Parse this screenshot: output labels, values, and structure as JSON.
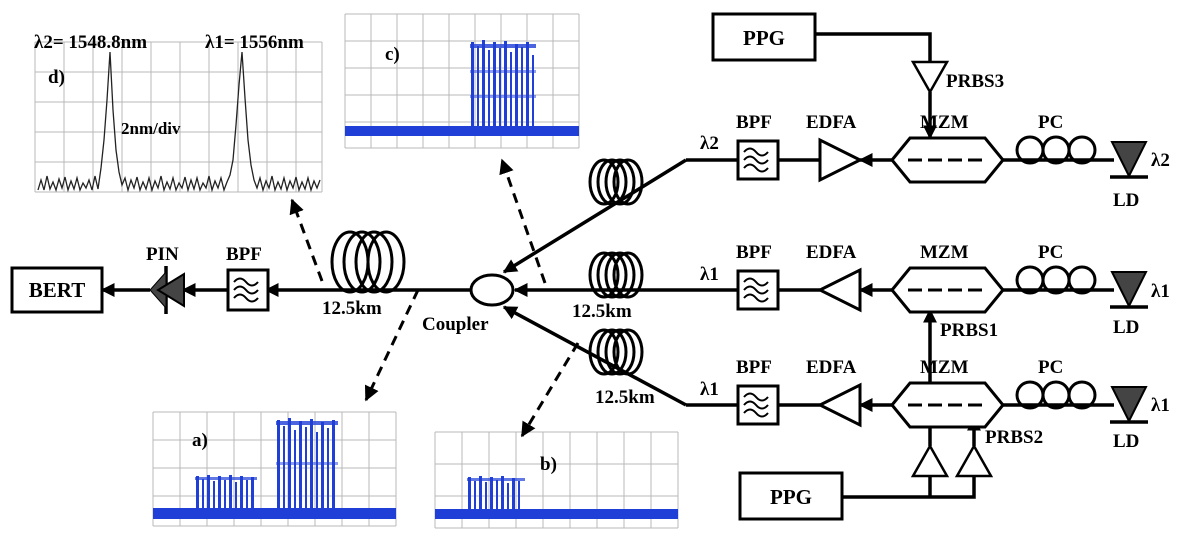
{
  "labels": {
    "ppg_top": "PPG",
    "ppg_bottom": "PPG",
    "prbs3": "PRBS3",
    "prbs1": "PRBS1",
    "prbs2": "PRBS2",
    "mzm": "MZM",
    "pc": "PC",
    "edfa": "EDFA",
    "bpf": "BPF",
    "ld": "LD",
    "lambda1": "λ1",
    "lambda2": "λ2",
    "fiber_length": "12.5km",
    "coupler": "Coupler",
    "pin": "PIN",
    "bert": "BERT"
  },
  "spectrum": {
    "panel_label": "d)",
    "peak2": "λ2= 1548.8nm",
    "peak1": "λ1= 1556nm",
    "scale": "2nm/div"
  },
  "eye_panels": {
    "a": "a)",
    "b": "b)",
    "c": "c)"
  }
}
